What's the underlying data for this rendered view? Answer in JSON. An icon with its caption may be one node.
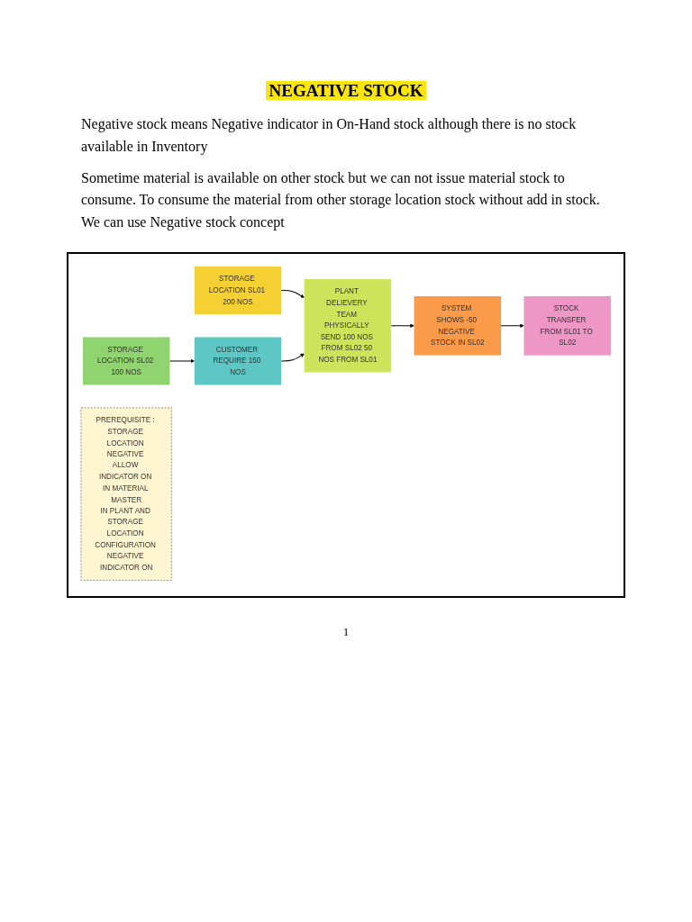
{
  "diagram": {
    "title": "NEGATIVE STOCK",
    "nodes": [
      {
        "text": [
          "STORAGE LOCATION SL01 200 NOS"
        ]
      },
      {
        "text": [
          "STORAGE LOCATION SL02 100 NOS"
        ]
      },
      {
        "text": [
          "CUSTOMER REQUIRE 150 NOS"
        ]
      },
      {
        "text": [
          "PLANT DELIEVERY TEAM PHYSICALLY SEND 100 NOS FROM SL02 50 NOS FROM SL01"
        ]
      },
      {
        "text": [
          "SYSTEM SHOWS -50 NEGATIVE STOCK IN SL02"
        ]
      },
      {
        "text": [
          "STOCK TRANSFER FROM SL01 TO SL02"
        ]
      },
      {
        "text": [
          "PREREQUISITE : STORAGE LOCATION NEGATIVE ALLOW INDICATOR ON IN MATERIAL MASTER",
          "IN PLANT AND STORAGE LOCATION CONFIGURATION NEGATIVE INDICATOR ON"
        ]
      }
    ],
    "edges": [
      {
        "from": 0,
        "to": 3,
        "arrow": "to"
      },
      {
        "from": 1,
        "to": 2,
        "arrow": "to"
      },
      {
        "from": 2,
        "to": 3,
        "arrow": "to"
      },
      {
        "from": 3,
        "to": 4,
        "arrow": "to"
      },
      {
        "from": 4,
        "to": 5,
        "arrow": "to"
      }
    ],
    "labels": [
      "Negative stock means Negative indicator in On-Hand stock although there is no stock available in Inventory",
      "Sometime material is available on other stock but we can not issue material stock to consume. To consume the material from other storage location stock without add in stock. We can use Negative stock concept",
      "1"
    ]
  }
}
